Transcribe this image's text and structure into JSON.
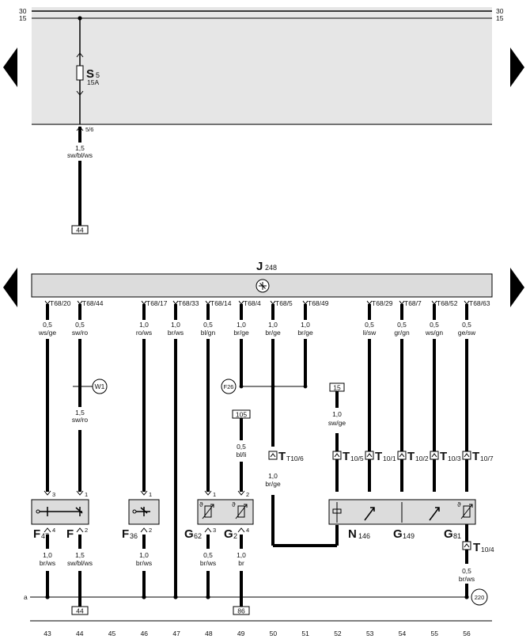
{
  "top_section": {
    "rail_30": "30",
    "rail_15": "15",
    "fuse": {
      "name": "S",
      "sub": "5",
      "rating": "15A"
    },
    "conn_top": "5/6",
    "wire": {
      "size": "1,5",
      "color": "sw/bl/ws"
    },
    "ref": "44"
  },
  "control_unit": {
    "name": "J",
    "sub": "248",
    "pins": [
      "T68/20",
      "T68/44",
      "T68/17",
      "T68/33",
      "T68/14",
      "T68/4",
      "T68/5",
      "T68/49",
      "T68/29",
      "T68/7",
      "T68/52",
      "T68/63"
    ]
  },
  "wires_top": [
    {
      "size": "0,5",
      "color": "ws/ge"
    },
    {
      "size": "0,5",
      "color": "sw/ro"
    },
    {
      "size": "1,0",
      "color": "ro/ws"
    },
    {
      "size": "1,0",
      "color": "br/ws"
    },
    {
      "size": "0,5",
      "color": "bl/gn"
    },
    {
      "size": "1,0",
      "color": "br/ge"
    },
    {
      "size": "1,0",
      "color": "br/ge"
    },
    {
      "size": "1,0",
      "color": "br/ge"
    },
    {
      "size": "0,5",
      "color": "li/sw"
    },
    {
      "size": "0,5",
      "color": "gr/gn"
    },
    {
      "size": "0,5",
      "color": "ws/gn"
    },
    {
      "size": "0,5",
      "color": "ge/sw"
    }
  ],
  "mid": {
    "w1": "W1",
    "w44": {
      "size": "1,5",
      "color": "sw/ro"
    },
    "f26": "F26",
    "box105": "105",
    "w49": {
      "size": "0,5",
      "color": "bl/li"
    },
    "t10_6": "T10/6",
    "w50": {
      "size": "1,0",
      "color": "br/ge"
    },
    "box15": "15",
    "w52": {
      "size": "1,0",
      "color": "sw/ge"
    },
    "t10s": [
      {
        "big": "T",
        "sub": "10/5"
      },
      {
        "big": "T",
        "sub": "10/1"
      },
      {
        "big": "T",
        "sub": "10/2"
      },
      {
        "big": "T",
        "sub": "10/3"
      },
      {
        "big": "T",
        "sub": "10/7"
      }
    ]
  },
  "components": {
    "f47": {
      "big": "F",
      "sub": "47"
    },
    "f": {
      "big": "F",
      "sub": ""
    },
    "f36": {
      "big": "F",
      "sub": "36"
    },
    "g62": {
      "big": "G",
      "sub": "62"
    },
    "g2": {
      "big": "G",
      "sub": "2"
    },
    "n146": {
      "big": "N",
      "sub": "146"
    },
    "g149": {
      "big": "G",
      "sub": "149"
    },
    "g81": {
      "big": "G",
      "sub": "81"
    },
    "t10_4": {
      "big": "T",
      "sub": "10/4"
    },
    "pins": {
      "p3a": "3",
      "p1a": "1",
      "p4a": "4",
      "p2a": "2",
      "p1b": "1",
      "p2b": "2",
      "p1c": "1",
      "p3c": "3",
      "p2d": "2",
      "p4d": "4"
    }
  },
  "bottom": {
    "wires": [
      {
        "size": "1,0",
        "color": "br/ws"
      },
      {
        "size": "1,5",
        "color": "sw/bl/ws"
      },
      {
        "size": "1,0",
        "color": "br/ws"
      },
      {
        "size": "0,5",
        "color": "br/ws"
      },
      {
        "size": "1,0",
        "color": "br"
      },
      {
        "size": "0,5",
        "color": "br/ws"
      }
    ],
    "ground_label": "a",
    "ref44": "44",
    "ref86": "86",
    "ref220": "220",
    "tracks": [
      "43",
      "44",
      "45",
      "46",
      "47",
      "48",
      "49",
      "50",
      "51",
      "52",
      "53",
      "54",
      "55",
      "56"
    ]
  }
}
